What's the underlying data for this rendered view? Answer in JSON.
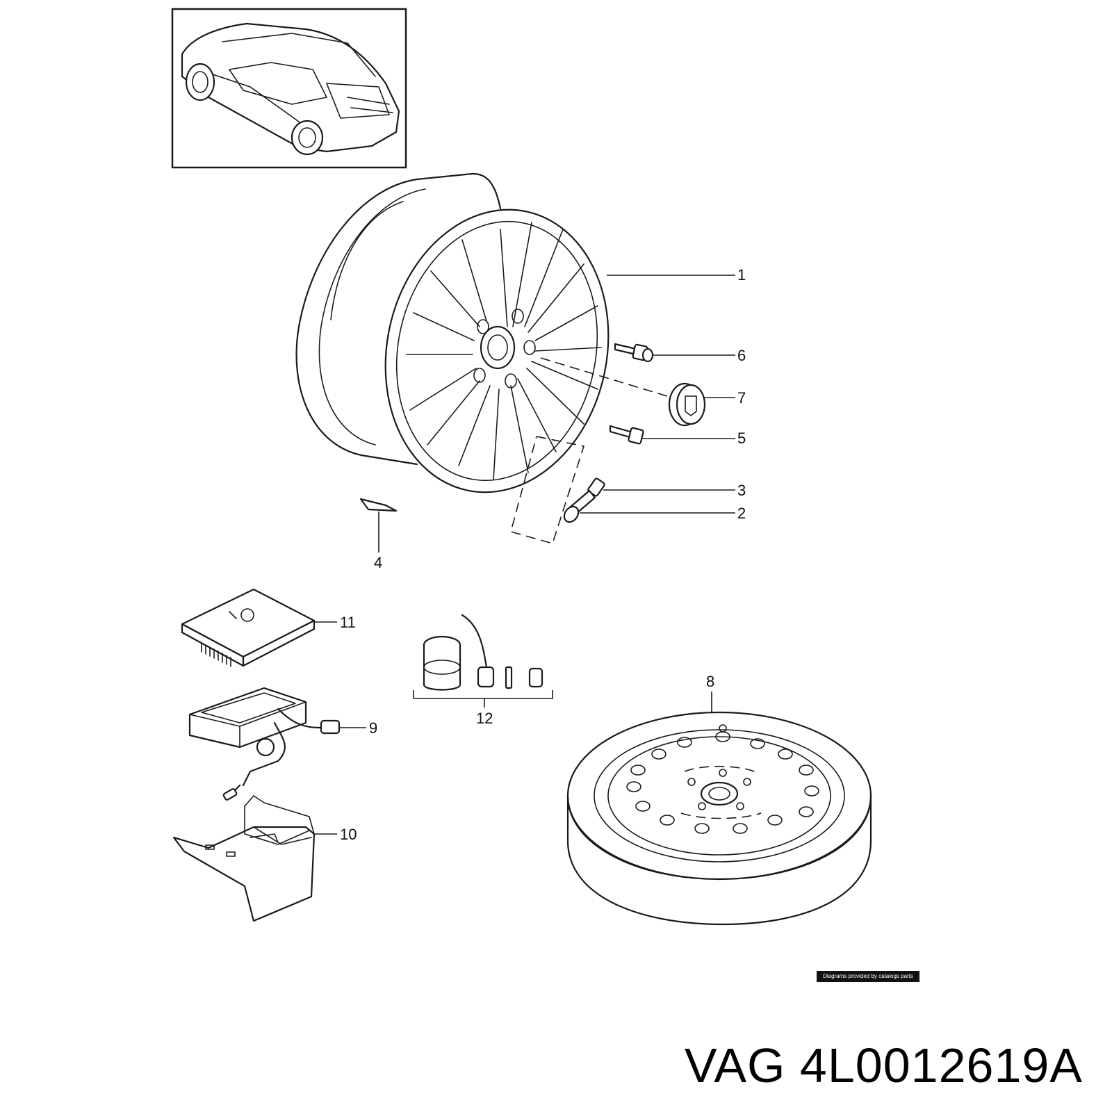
{
  "callouts": [
    {
      "id": "1",
      "label": "1"
    },
    {
      "id": "2",
      "label": "2"
    },
    {
      "id": "3",
      "label": "3"
    },
    {
      "id": "4",
      "label": "4"
    },
    {
      "id": "5",
      "label": "5"
    },
    {
      "id": "6",
      "label": "6"
    },
    {
      "id": "7",
      "label": "7"
    },
    {
      "id": "8",
      "label": "8"
    },
    {
      "id": "9",
      "label": "9"
    },
    {
      "id": "10",
      "label": "10"
    },
    {
      "id": "11",
      "label": "11"
    },
    {
      "id": "12",
      "label": "12"
    }
  ],
  "credit": "Diagrams provided by catalogs parts",
  "part_reference": "VAG 4L0012619A"
}
